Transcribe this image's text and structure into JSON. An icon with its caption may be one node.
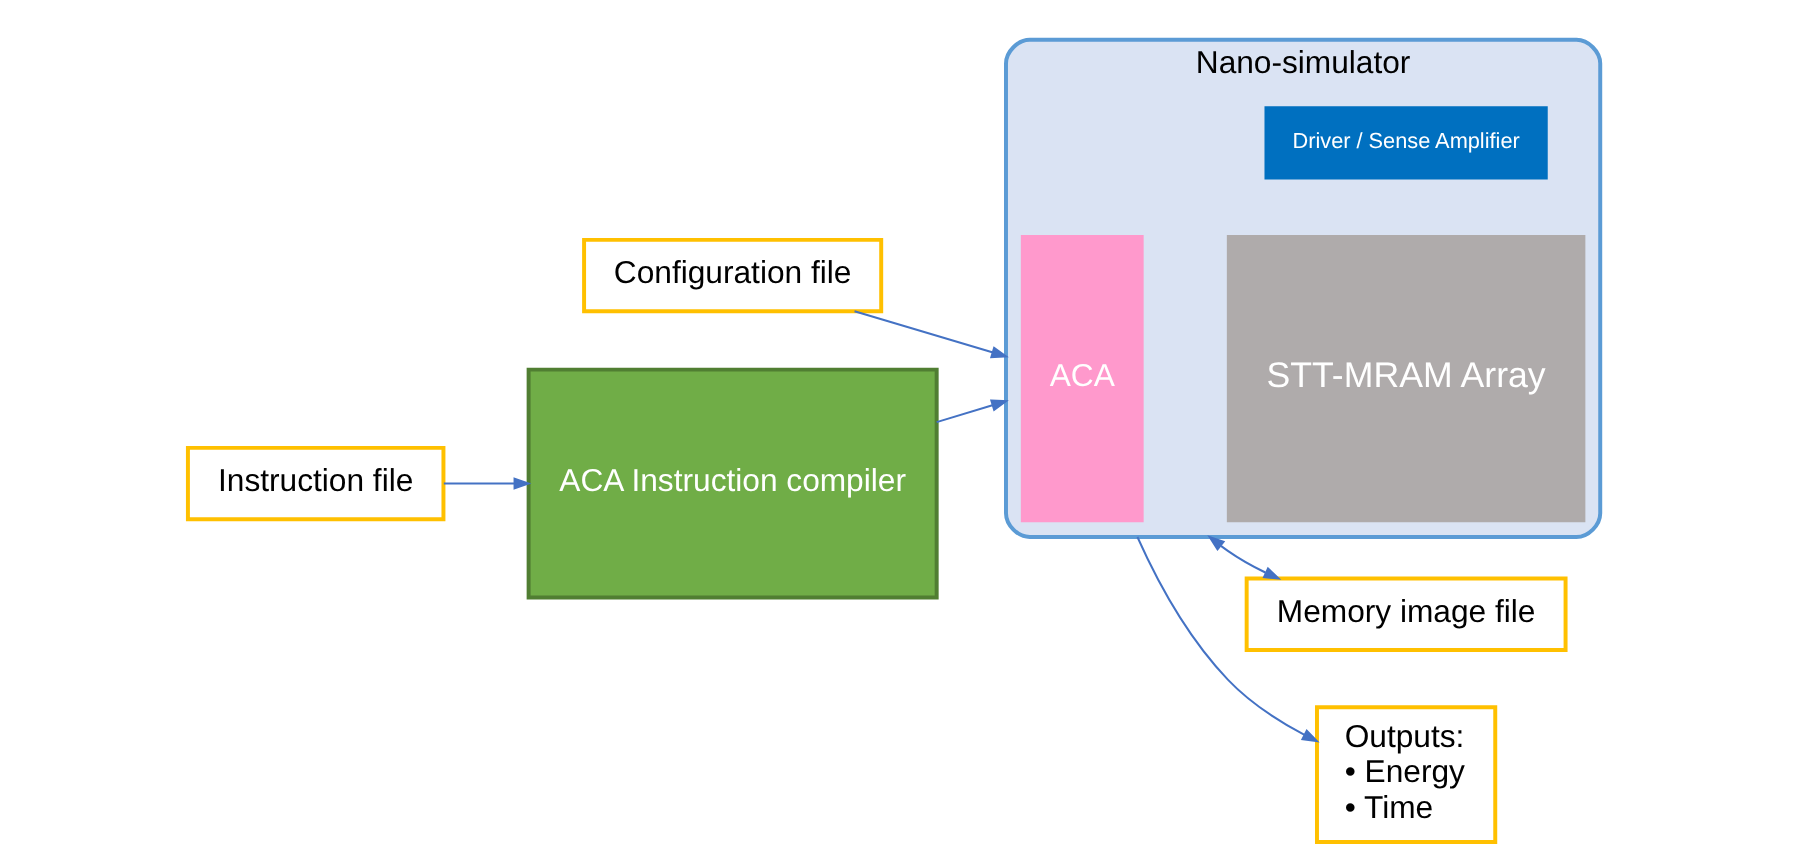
{
  "diagram": {
    "nodes": [
      {
        "text": [
          "Configuration file"
        ]
      },
      {
        "text": [
          "Instruction file"
        ]
      },
      {
        "text": [
          "ACA Instruction compiler"
        ]
      },
      {
        "text": [
          "Nano-simulator"
        ]
      },
      {
        "text": [
          "ACA"
        ],
        "in": 3
      },
      {
        "text": [
          "STT-MRAM Array"
        ],
        "in": 3
      },
      {
        "text": [
          "Driver / Sense Amplifier"
        ],
        "in": 3
      },
      {
        "text": [
          "Memory image file"
        ]
      },
      {
        "text": [
          "Outputs:",
          "• Energy",
          "• Time"
        ]
      }
    ],
    "edges": [
      {
        "from": 0,
        "to": 3,
        "arrow": "to"
      },
      {
        "from": 1,
        "to": 2,
        "arrow": "to"
      },
      {
        "from": 2,
        "to": 3,
        "arrow": "to"
      },
      {
        "from": 3,
        "to": 7,
        "arrow": "both"
      },
      {
        "from": 3,
        "to": 8,
        "arrow": "to"
      }
    ]
  }
}
